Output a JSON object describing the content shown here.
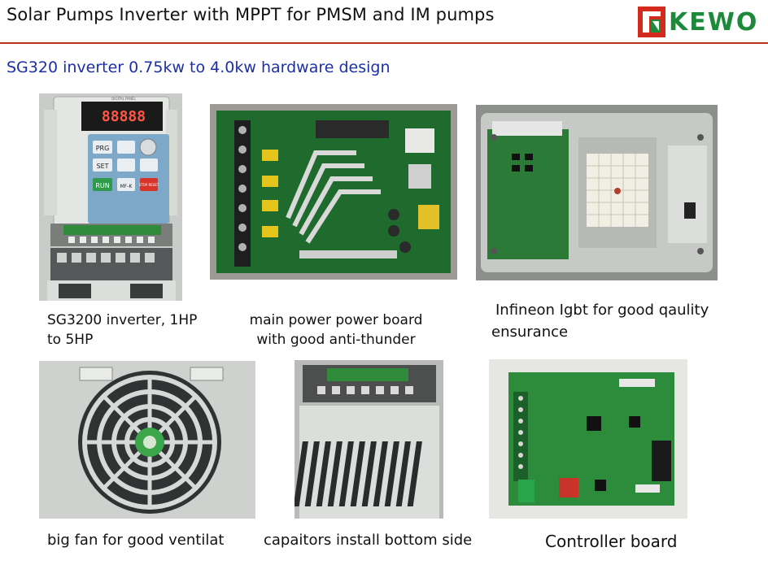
{
  "header": {
    "title": "Solar Pumps Inverter with MPPT for PMSM and IM pumps",
    "brand": "KEWO"
  },
  "subtitle": "SG320 inverter 0.75kw to 4.0kw hardware  design",
  "keypad": {
    "panel_label": "DIGITAL PANEL",
    "display": "88888",
    "keys": [
      "PRG",
      "SET",
      "RUN",
      "MF-K",
      "STOP RESET"
    ]
  },
  "captions": {
    "inverter": [
      "SG3200 inverter, 1HP",
      "to 5HP"
    ],
    "power_board": [
      "main power power board",
      "with good anti-thunder"
    ],
    "igbt": [
      "Infineon Igbt for good qaulity",
      "ensurance"
    ],
    "fan": "big fan for good ventilat",
    "capacitors": "capaitors install bottom side",
    "controller": "Controller board"
  },
  "colors": {
    "brand_green": "#1c8a3a",
    "brand_red": "#d42a1e",
    "rule": "#b8321d",
    "subtitle": "#1b2fa8",
    "pcb_green": "#1f6b2e"
  }
}
